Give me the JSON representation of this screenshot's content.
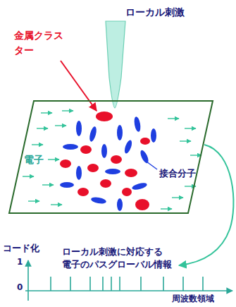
{
  "diagram": {
    "nodes": [
      {
        "text": [
          "電子"
        ]
      }
    ],
    "labels": [
      "ローカル刺激",
      "金属クラス ター",
      "接合分子",
      "コード化",
      "1",
      "0",
      "ローカル刺激に対応する 電子のパスグローバル情報",
      "周波数領域"
    ]
  }
}
